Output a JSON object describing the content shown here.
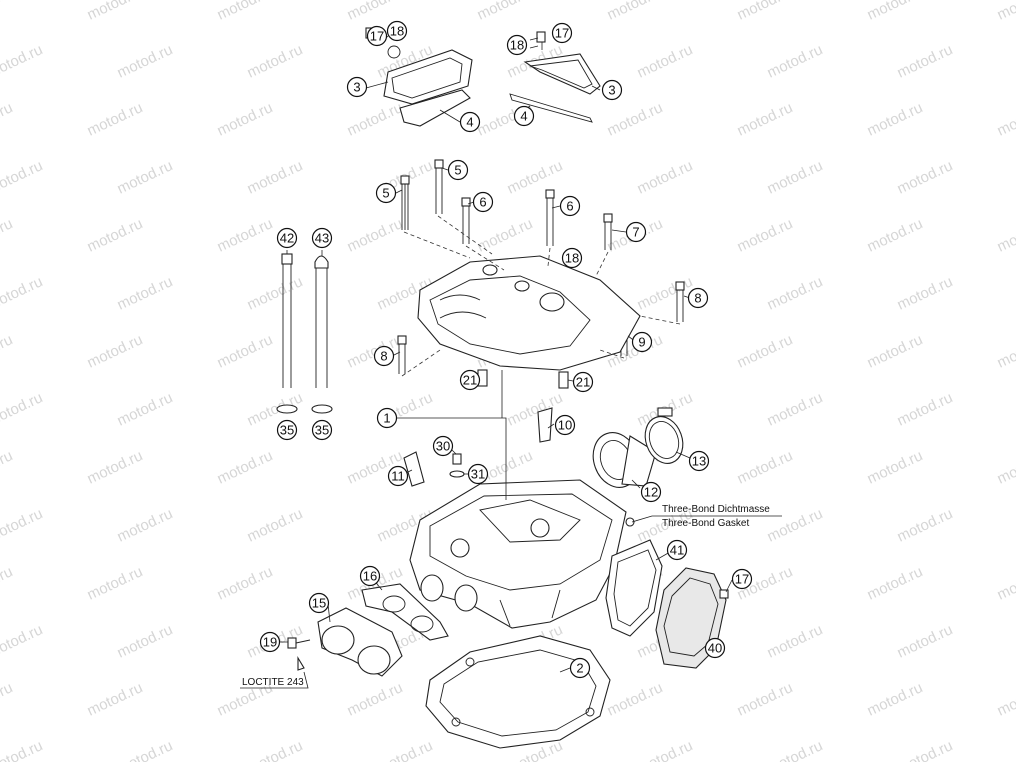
{
  "watermark": "motod.ru",
  "callouts": [
    "1",
    "2",
    "3",
    "3",
    "4",
    "4",
    "5",
    "5",
    "6",
    "6",
    "7",
    "8",
    "8",
    "9",
    "10",
    "11",
    "12",
    "13",
    "15",
    "16",
    "17",
    "17",
    "17",
    "18",
    "18",
    "18",
    "19",
    "21",
    "21",
    "30",
    "31",
    "35",
    "35",
    "40",
    "41",
    "42",
    "43"
  ],
  "notes": {
    "three_bond_de": "Three-Bond Dichtmasse",
    "three_bond_en": "Three-Bond Gasket",
    "loctite": "LOCTITE 243"
  }
}
